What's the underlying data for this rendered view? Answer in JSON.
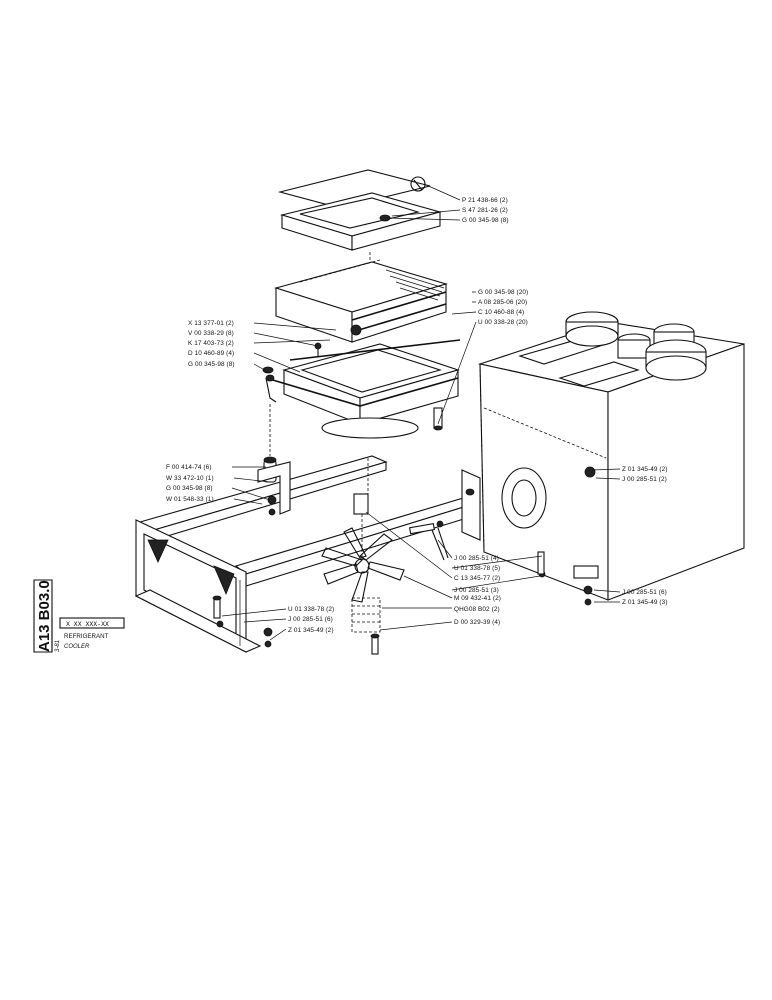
{
  "sheet": {
    "sheet_code": "A13 B03.0",
    "issue_mark": "3-81",
    "part_code_box": "X XX XXX-XX",
    "title": "REFRIGERANT",
    "subtitle": "COOLER"
  },
  "callouts_top": [
    "P 21 438-66 (2)",
    "S 47 281-26 (2)",
    "G 00 345-98 (8)"
  ],
  "callouts_right_upper": [
    "G 00 345-98 (20)",
    "A 08 285-06 (20)",
    "C 10 460-88 (4)",
    "U 00 338-28 (20)"
  ],
  "callouts_left_upper": [
    "X 13 377-01 (2)",
    "V 00 338-29 (8)",
    "K 17 403-73 (2)",
    "D 10 460-89 (4)",
    "G 00 345-98 (8)"
  ],
  "callouts_left_middle": [
    "F 00 414-74 (6)",
    "W 33 472-10 (1)",
    "G 00 345-98 (8)",
    "W 01 548-33 (1)"
  ],
  "callouts_tank": [
    "Z 01 345-49 (2)",
    "J 00 285-51 (2)"
  ],
  "callouts_center": [
    "J 00 285-51 (4)",
    "U 01 338-78 (5)",
    "C 13 345-77 (2)",
    "J 00 285-51 (3)",
    "M 09 432-41 (2)",
    "QHG08 B02 (2)",
    "D 00 329-39 (4)"
  ],
  "callouts_bottom_left": [
    "U 01 338-78 (2)",
    "J 00 285-51 (6)",
    "Z 01 345-49 (2)"
  ],
  "callouts_bottom_right": [
    "J 00 285-51 (6)",
    "Z 01 345-49 (3)"
  ]
}
